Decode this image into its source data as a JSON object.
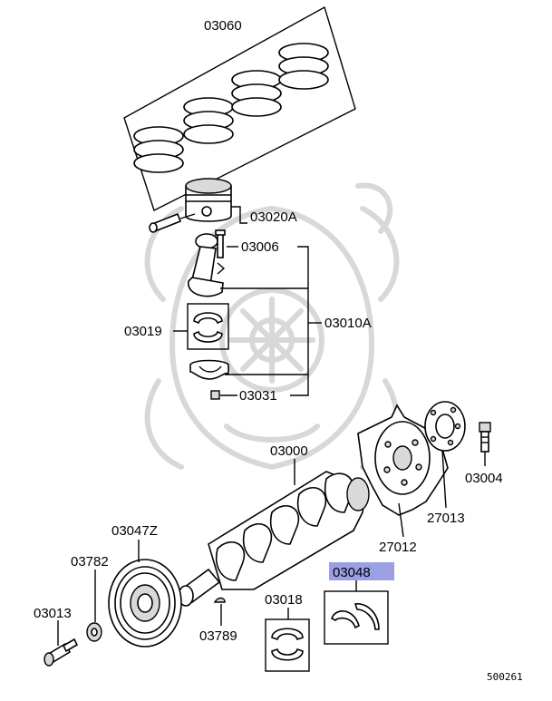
{
  "labels": {
    "p03060": "03060",
    "p03020A": "03020A",
    "p03006": "03006",
    "p03019": "03019",
    "p03010A": "03010A",
    "p03031": "03031",
    "p03000": "03000",
    "p03004": "03004",
    "p27013": "27013",
    "p27012": "27012",
    "p03047Z": "03047Z",
    "p03782": "03782",
    "p03048": "03048",
    "p03013": "03013",
    "p03018": "03018",
    "p03789": "03789"
  },
  "diagram_ref": "500261",
  "colors": {
    "highlight": "#9b9fe3",
    "watermark": "#d8d8d8"
  }
}
